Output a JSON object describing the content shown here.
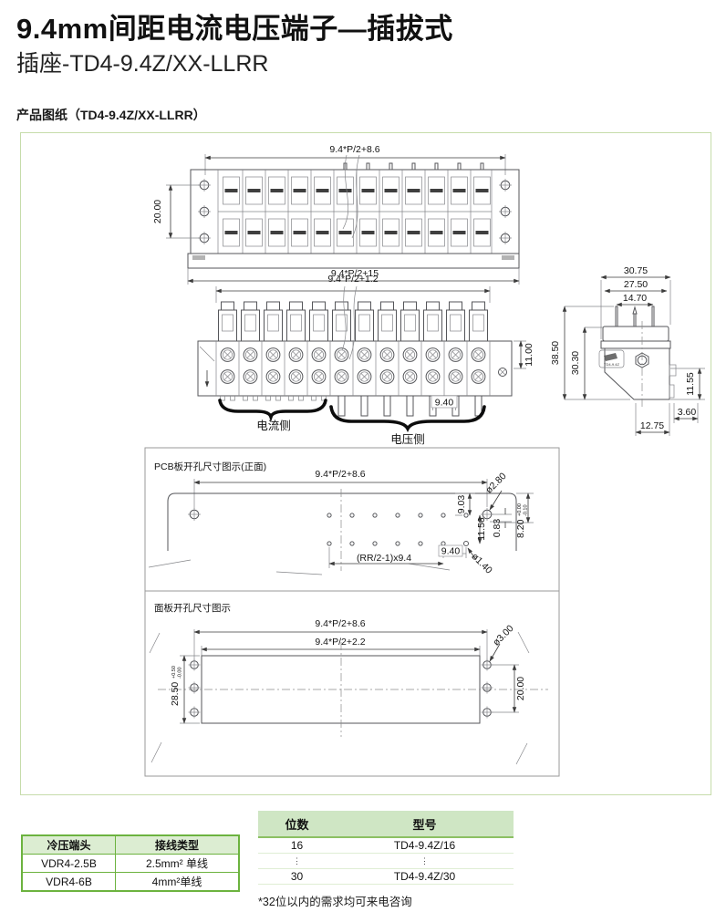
{
  "page": {
    "title": "9.4mm间距电流电压端子—插拔式",
    "subtitle": "插座-TD4-9.4Z/XX-LLRR",
    "section_label": "产品图纸（TD4-9.4Z/XX-LLRR）"
  },
  "colors": {
    "accent_green": "#6cb33f",
    "header_green": "#cfe6c4",
    "box_border_green": "#c6dcab"
  },
  "drawing": {
    "top_view": {
      "dim_width_top": "9.4*P/2+8.6",
      "dim_height_left": "20.00",
      "dim_width_bottom": "9.4*P/2+15"
    },
    "front_view": {
      "dim_width_top": "9.4*P/2+1.2",
      "dim_height_right": "11.00",
      "dim_pitch": "9.40",
      "label_current_side": "电流侧",
      "label_voltage_side": "电压侧"
    },
    "side_view": {
      "dim_width_1": "30.75",
      "dim_width_2": "27.50",
      "dim_width_3": "14.70",
      "dim_height_1": "38.50",
      "dim_height_2": "30.30",
      "dim_height_3": "11.55",
      "dim_offset": "3.60",
      "dim_width_bottom": "12.75",
      "marking": "TD4-9.4Z"
    },
    "pcb_view": {
      "label": "PCB板开孔尺寸图示(正面)",
      "dim_width_top": "9.4*P/2+8.6",
      "hole_dia_large": "ø2.80",
      "dim_9_03": "9.03",
      "dim_11_56": "11.56",
      "dim_0_83": "0.83",
      "dim_8_20": "8.20",
      "tol_8_20_plus": "+0.00",
      "tol_8_20_minus": "-0.10",
      "dim_9_40": "9.40",
      "dim_pitch_formula": "(RR/2-1)x9.4",
      "hole_dia_small": "ø1.40"
    },
    "panel_view": {
      "label": "面板开孔尺寸图示",
      "dim_width_top": "9.4*P/2+8.6",
      "dim_width_inner": "9.4*P/2+2.2",
      "hole_dia": "ø3.00",
      "dim_height_left": "28.50",
      "tol_plus": "+0.50",
      "tol_minus": "-0.00",
      "dim_height_right": "20.00"
    }
  },
  "tables": {
    "wire_table": {
      "headers": [
        "冷压端头",
        "接线类型"
      ],
      "rows": [
        [
          "VDR4-2.5B",
          "2.5mm² 单线"
        ],
        [
          "VDR4-6B",
          "4mm²单线"
        ]
      ]
    },
    "model_table": {
      "headers": [
        "位数",
        "型号"
      ],
      "rows": [
        [
          "16",
          "TD4-9.4Z/16"
        ],
        [
          "⋮",
          "⋮"
        ],
        [
          "30",
          "TD4-9.4Z/30"
        ]
      ],
      "note": "*32位以内的需求均可来电咨询"
    }
  }
}
